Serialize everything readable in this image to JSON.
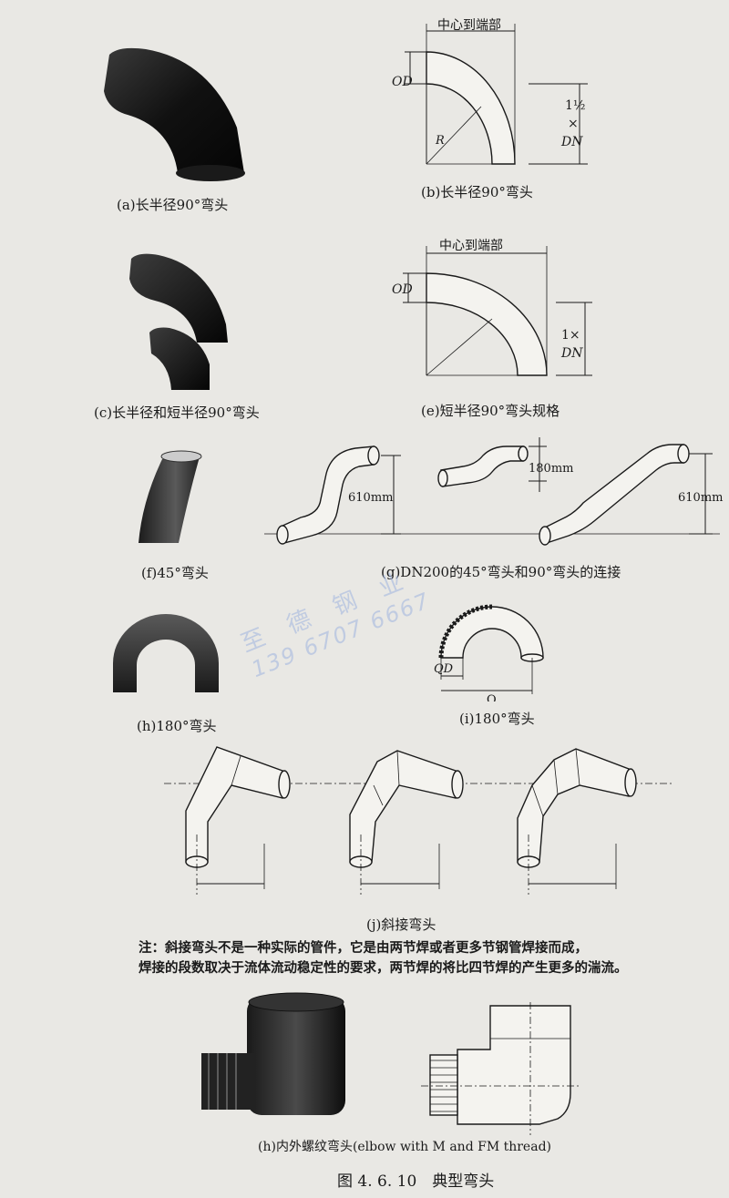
{
  "captions": {
    "a": "(a)长半径90°弯头",
    "b": "(b)长半径90°弯头",
    "c": "(c)长半径和短半径90°弯头",
    "e": "(e)短半径90°弯头规格",
    "f": "(f)45°弯头",
    "g": "(g)DN200的45°弯头和90°弯头的连接",
    "h": "(h)180°弯头",
    "i": "(i)180°弯头",
    "j": "(j)斜接弯头",
    "h2": "(h)内外螺纹弯头(elbow with M and FM thread)"
  },
  "labels": {
    "center_to_end": "中心到端部",
    "od": "OD",
    "r": "R",
    "one_half": "1½",
    "times": "×",
    "dn": "DN",
    "one_times": "1×",
    "mm610": "610mm",
    "mm180": "180mm",
    "o": "O",
    "qd": "QD"
  },
  "note": {
    "line1": "注：斜接弯头不是一种实际的管件，它是由两节焊或者更多节钢管焊接而成，",
    "line2": "焊接的段数取决于流体流动稳定性的要求，两节焊的将比四节焊的产生更多的湍流。"
  },
  "figure_title": "图 4. 6. 10　典型弯头",
  "watermark": {
    "line1": "至 德 钢 业",
    "line2": "139 6707 6667"
  }
}
